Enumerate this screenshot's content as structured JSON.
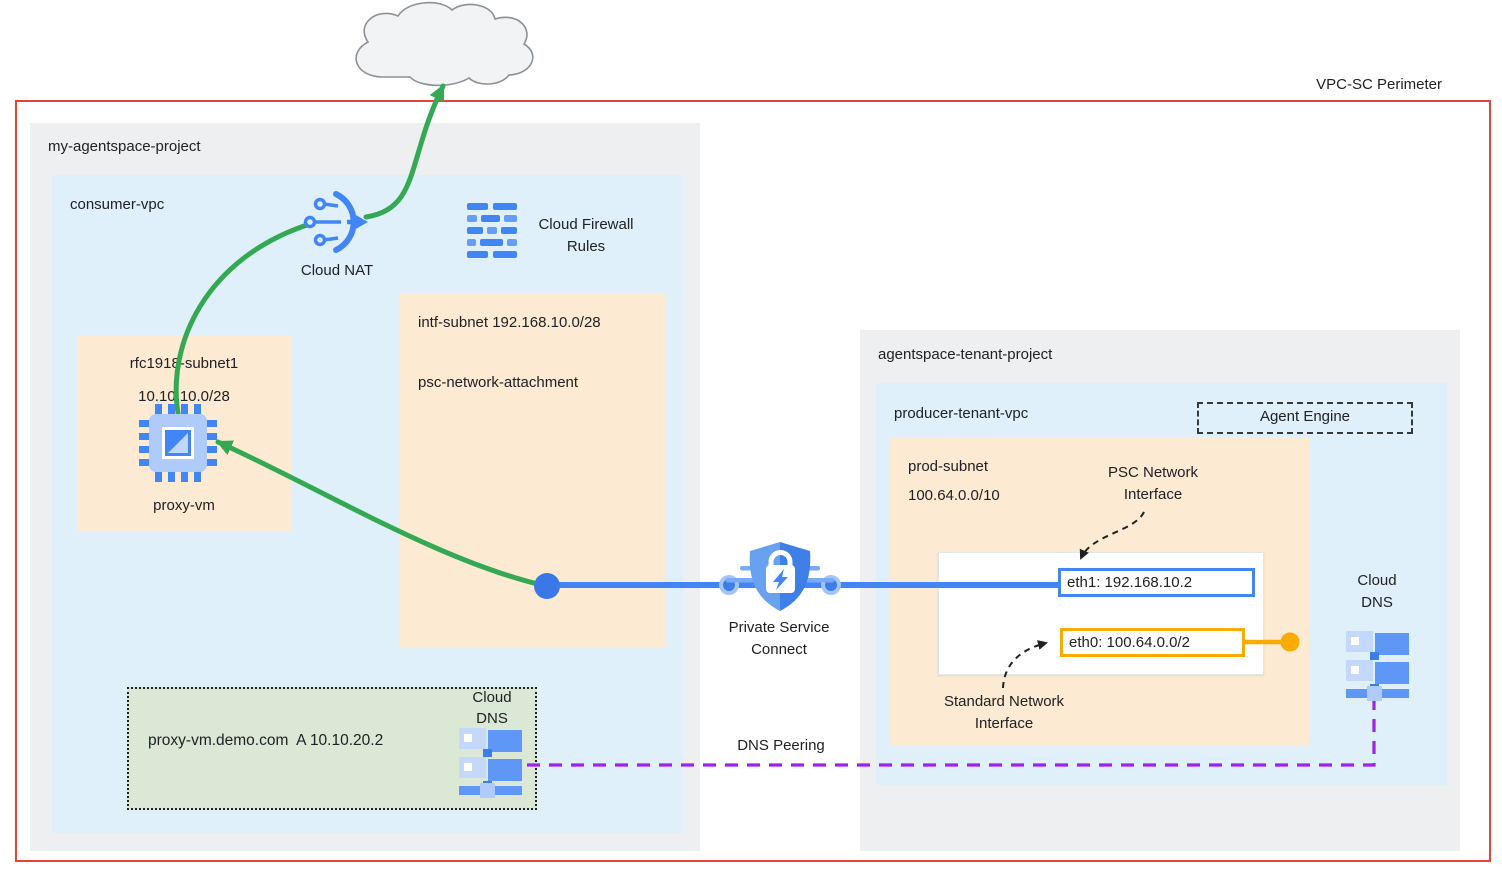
{
  "perimeter": {
    "label": "VPC-SC Perimeter"
  },
  "internet": {
    "label": "Internet"
  },
  "consumer_project": {
    "label": "my-agentspace-project",
    "vpc_label": "consumer-vpc",
    "cloud_nat_label": "Cloud NAT",
    "firewall_label_line1": "Cloud Firewall",
    "firewall_label_line2": "Rules",
    "intf_subnet_line1": "intf-subnet 192.168.10.0/28",
    "intf_subnet_line2": "psc-network-attachment",
    "rfc_subnet_name": "rfc1918-subnet1",
    "rfc_subnet_cidr": "10.10.10.0/28",
    "proxy_vm_label": "proxy-vm",
    "dns_zone_record": "proxy-vm.demo.com  A 10.10.20.2",
    "dns_label_line1": "Cloud",
    "dns_label_line2": "DNS"
  },
  "psc": {
    "label_line1": "Private Service",
    "label_line2": "Connect"
  },
  "dns_peering_label": "DNS Peering",
  "tenant_project": {
    "label": "agentspace-tenant-project",
    "vpc_label": "producer-tenant-vpc",
    "agent_engine_label": "Agent Engine",
    "prod_subnet_name": "prod-subnet",
    "prod_subnet_cidr": "100.64.0.0/10",
    "psc_nic_label_line1": "PSC Network",
    "psc_nic_label_line2": "Interface",
    "eth1_value": "eth1: 192.168.10.2",
    "eth0_value": "eth0: 100.64.0.0/2",
    "std_nic_label_line1": "Standard Network",
    "std_nic_label_line2": "Interface",
    "dns_label_line1": "Cloud",
    "dns_label_line2": "DNS"
  },
  "colors": {
    "perimeter_red": "#e94335",
    "traffic_green": "#34a853",
    "psc_blue": "#4285f4",
    "dns_peering_purple": "#a020f0",
    "standard_nic_gold": "#f9ab00",
    "project_gray": "#edeff1",
    "vpc_blue": "#dff0fb",
    "subnet_peach": "#fcead3",
    "dns_zone_green": "#dce8d6"
  }
}
